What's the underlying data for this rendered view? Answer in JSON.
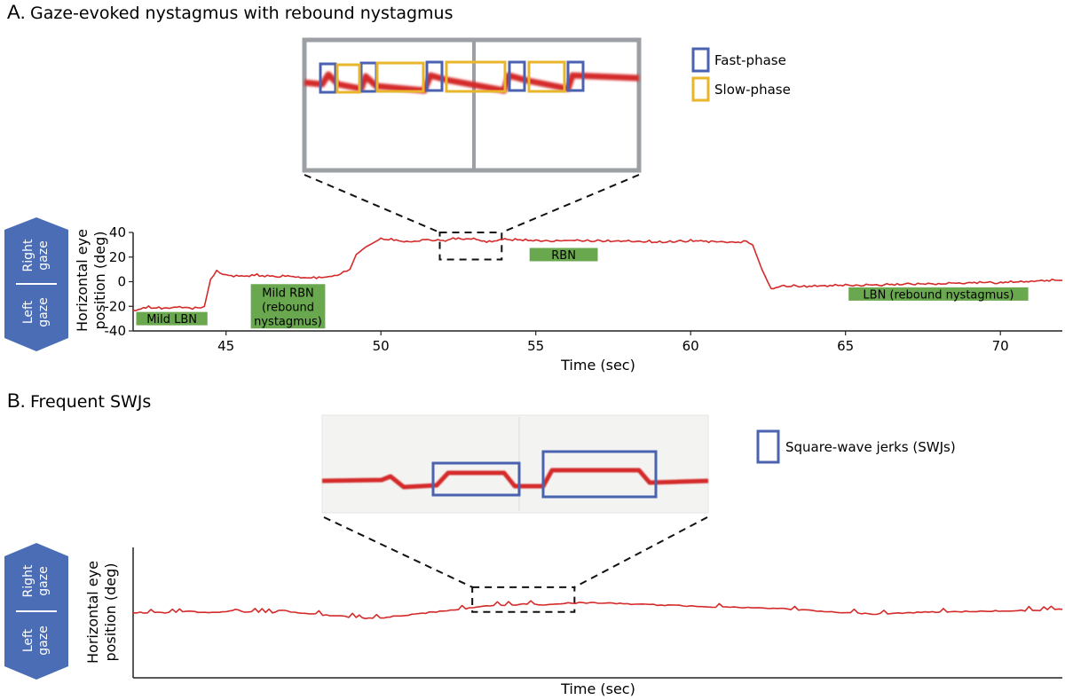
{
  "colors": {
    "trace": "#d42a2a",
    "fast_box": "#4a62b0",
    "slow_box": "#e9b52b",
    "swj_box": "#4a62b0",
    "annotation_bg": "#6aa84f",
    "gaze_arrow": "#4a6db5",
    "axis": "#222222"
  },
  "gaze_labels": {
    "right": "Right gaze",
    "left": "Left gaze"
  },
  "chart_data": [
    {
      "type": "line",
      "panel": "A.",
      "title": "Gaze-evoked nystagmus with rebound nystagmus",
      "xlabel": "Time (sec)",
      "ylabel": "Horizontal eye position (deg)",
      "xlim": [
        42,
        72
      ],
      "ylim": [
        -40,
        40
      ],
      "xticks": [
        45,
        50,
        55,
        60,
        65,
        70
      ],
      "yticks": [
        -40,
        -20,
        0,
        20,
        40
      ],
      "grid": false,
      "x": [
        42,
        42.5,
        43,
        43.5,
        44,
        44.3,
        44.5,
        44.7,
        45,
        45.5,
        46,
        46.5,
        47,
        47.5,
        48,
        48.5,
        48.8,
        49,
        49.2,
        49.5,
        50,
        50.5,
        51,
        51.5,
        52,
        52.5,
        53,
        53.5,
        54,
        55,
        56,
        57,
        58,
        59,
        60,
        61,
        61.8,
        62,
        62.3,
        62.6,
        63,
        64,
        65,
        66,
        67,
        68,
        69,
        70,
        71,
        72
      ],
      "y": [
        -24,
        -21,
        -22,
        -21,
        -22,
        -20,
        2,
        8,
        5,
        4,
        5,
        4,
        4,
        3,
        3,
        4,
        8,
        10,
        22,
        28,
        35,
        33,
        32,
        34,
        33,
        35,
        34,
        32,
        34,
        33,
        33,
        33,
        33,
        32,
        33,
        32,
        32,
        30,
        10,
        -6,
        -4,
        -4,
        -3,
        -3,
        -2,
        -2,
        -1,
        -1,
        0,
        1
      ],
      "series": [
        {
          "values": []
        }
      ],
      "annotations": [
        {
          "text": "Mild LBN",
          "x0": 42.1,
          "x1": 44.4,
          "y": -30
        },
        {
          "text": "Mild RBN (rebound nystagmus)",
          "x0": 45.8,
          "x1": 48.2,
          "y": -20
        },
        {
          "text": "RBN",
          "x0": 54.8,
          "x1": 57.0,
          "y": 22
        },
        {
          "text": "LBN (rebound nystagmus)",
          "x0": 65.1,
          "x1": 70.9,
          "y": -10
        }
      ],
      "zoom_window": {
        "x0": 51.9,
        "x1": 53.9,
        "y0": 18,
        "y1": 40
      },
      "legend": [
        {
          "label": "Fast-phase",
          "kind": "fast"
        },
        {
          "label": "Slow-phase",
          "kind": "slow"
        }
      ]
    },
    {
      "type": "line",
      "panel": "B.",
      "title": "Frequent SWJs",
      "xlabel": "Time (sec)",
      "ylabel": "Horizontal eye position (deg)",
      "xlim": [
        0,
        100
      ],
      "ylim": [
        -10,
        10
      ],
      "grid": false,
      "x": [
        0,
        5,
        6,
        7,
        10,
        11,
        12,
        15,
        16,
        17,
        20,
        22,
        24,
        25,
        27,
        28,
        30,
        33,
        35,
        37,
        38,
        40,
        42,
        44,
        46,
        48,
        50,
        52,
        54,
        56,
        58,
        60,
        65,
        70,
        72,
        74,
        76,
        78,
        80,
        82,
        84,
        86,
        88,
        90,
        92,
        94,
        96,
        98,
        100
      ],
      "y": [
        0,
        0,
        0.3,
        0,
        0.1,
        0.5,
        0.1,
        0,
        0.4,
        0.1,
        -0.3,
        -0.5,
        -0.8,
        -0.9,
        -0.8,
        -0.6,
        -0.3,
        0.2,
        0.5,
        0.8,
        1,
        1.1,
        1.3,
        1.2,
        1.4,
        1.5,
        1.5,
        1.4,
        1.3,
        1.2,
        1.1,
        1,
        0.8,
        0.6,
        0.4,
        0.2,
        0,
        -0.1,
        -0.2,
        -0.1,
        0,
        0.1,
        0.1,
        0.2,
        0.2,
        0.3,
        0.3,
        0.4,
        0.5
      ],
      "series": [
        {
          "values": []
        }
      ],
      "zoom_window": {
        "x0": 36.5,
        "x1": 47.5,
        "y0": 0.1,
        "y1": 3.9
      },
      "legend": [
        {
          "label": "Square-wave jerks (SWJs)",
          "kind": "swj"
        }
      ]
    }
  ]
}
